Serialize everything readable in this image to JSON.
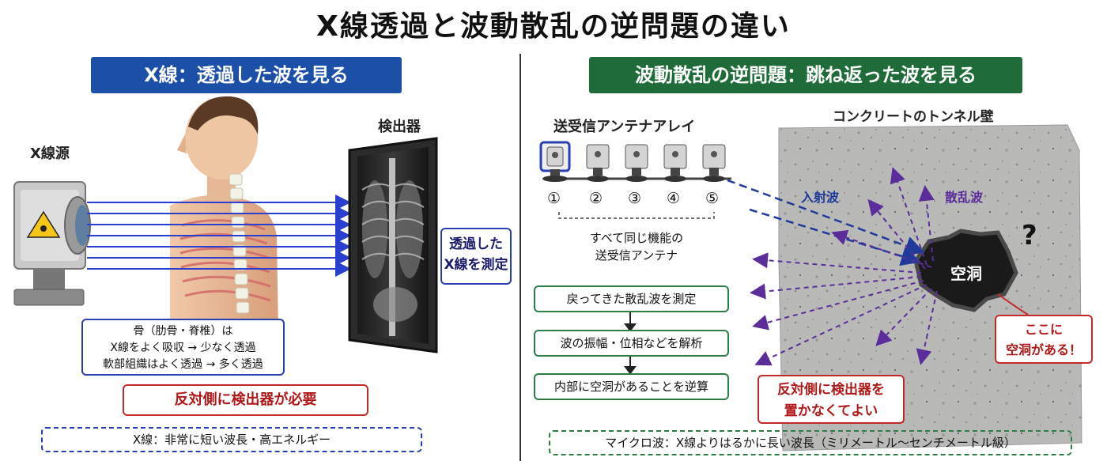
{
  "title": "X線透過と波動散乱の逆問題の違い",
  "left": {
    "banner": "X線：透過した波を見る",
    "source_label": "X線源",
    "detector_label": "検出器",
    "measure_box": [
      "透過した",
      "X線を測定"
    ],
    "bone_note": [
      "骨（肋骨・脊椎）は",
      "X線をよく吸収 → 少なく透過",
      "軟部組織はよく透過 → 多く透過"
    ],
    "requirement": "反対側に検出器が必要",
    "footer": "X線：非常に短い波長・高エネルギー"
  },
  "right": {
    "banner": "波動散乱の逆問題：跳ね返った波を見る",
    "array_label": "送受信アンテナアレイ",
    "antenna_numbers": [
      "①",
      "②",
      "③",
      "④",
      "⑤"
    ],
    "antenna_note": [
      "すべて同じ機能の",
      "送受信アンテナ"
    ],
    "wall_label": "コンクリートのトンネル壁",
    "incident_label": "入射波",
    "scattered_label": "散乱波",
    "cavity_label": "空洞",
    "question_mark": "?",
    "cavity_note": [
      "ここに",
      "空洞がある！"
    ],
    "steps": [
      "戻ってきた散乱波を測定",
      "波の振幅・位相などを解析",
      "内部に空洞があることを逆算"
    ],
    "no_detector": [
      "反対側に検出器を",
      "置かなくてよい"
    ],
    "footer": "マイクロ波：X線よりはるかに長い波長（ミリメートル〜センチメートル級）"
  },
  "colors": {
    "blue_banner": "#1c4fa8",
    "green_banner": "#1f6b3a",
    "ray_blue": "#2a3fcf",
    "scatter_purple": "#5a2d9a",
    "alert_red": "#c52a2a"
  },
  "icons": [
    "radiation-icon",
    "antenna-icon",
    "arrow-down-icon"
  ]
}
